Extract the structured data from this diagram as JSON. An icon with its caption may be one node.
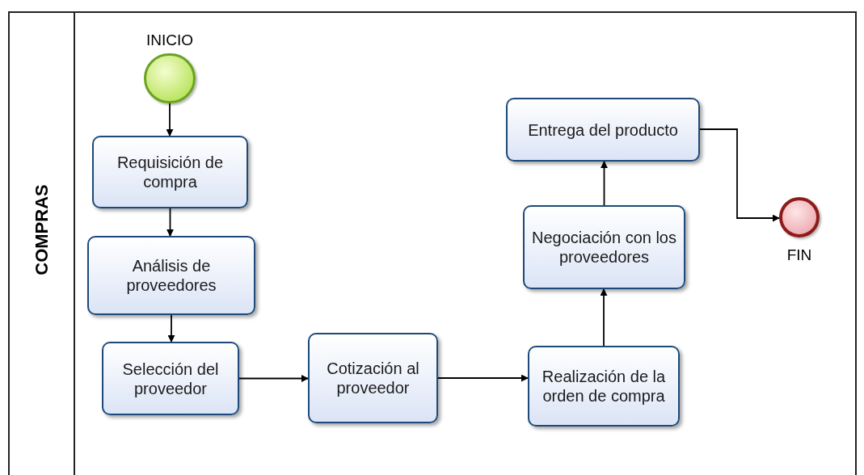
{
  "diagram": {
    "nodes": [
      {
        "text": [
          "COMPRAS"
        ]
      },
      {
        "text": [],
        "shape": "circle",
        "beside": [
          "INICIO"
        ],
        "in": 0
      },
      {
        "text": [
          "Requisición de compra"
        ],
        "in": 0
      },
      {
        "text": [
          "Análisis de proveedores"
        ],
        "in": 0
      },
      {
        "text": [
          "Selección del proveedor"
        ],
        "in": 0
      },
      {
        "text": [
          "Cotización al proveedor"
        ],
        "in": 0
      },
      {
        "text": [
          "Realización de la orden de compra"
        ],
        "in": 0
      },
      {
        "text": [
          "Negociación con los proveedores"
        ],
        "in": 0
      },
      {
        "text": [
          "Entrega del producto"
        ],
        "in": 0
      },
      {
        "text": [],
        "shape": "circle",
        "beside": [
          "FIN"
        ],
        "in": 0
      }
    ],
    "edges": [
      {
        "from": 1,
        "to": 2,
        "arrow": "to"
      },
      {
        "from": 2,
        "to": 3,
        "arrow": "to"
      },
      {
        "from": 3,
        "to": 4,
        "arrow": "to"
      },
      {
        "from": 4,
        "to": 5,
        "arrow": "to"
      },
      {
        "from": 5,
        "to": 6,
        "arrow": "to"
      },
      {
        "from": 6,
        "to": 7,
        "arrow": "to"
      },
      {
        "from": 7,
        "to": 8,
        "arrow": "to"
      },
      {
        "from": 8,
        "to": 9,
        "arrow": "to"
      }
    ]
  }
}
